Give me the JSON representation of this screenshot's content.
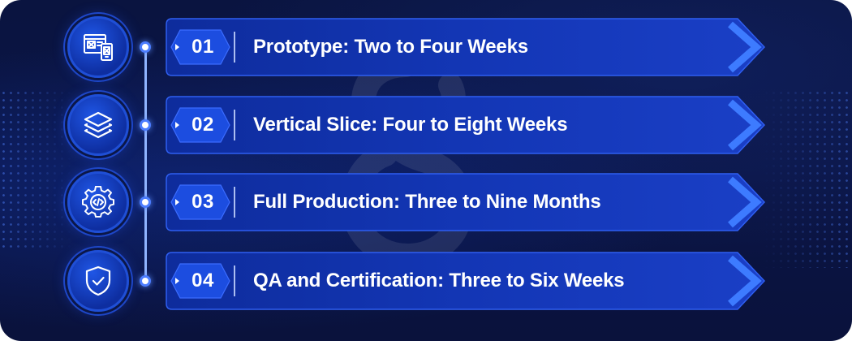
{
  "steps": [
    {
      "number": "01",
      "title": "Prototype: Two to Four Weeks",
      "icon": "wireframe-devices-icon"
    },
    {
      "number": "02",
      "title": "Vertical Slice: Four to Eight Weeks",
      "icon": "layers-icon"
    },
    {
      "number": "03",
      "title": "Full Production: Three to Nine Months",
      "icon": "code-gear-icon"
    },
    {
      "number": "04",
      "title": "QA and Certification: Three to Six Weeks",
      "icon": "shield-check-icon"
    }
  ],
  "colors": {
    "background": "#0a1440",
    "accent": "#1f56e6",
    "banner": "#1238b8",
    "banner_border": "#2e5cf0",
    "text": "#ffffff"
  }
}
